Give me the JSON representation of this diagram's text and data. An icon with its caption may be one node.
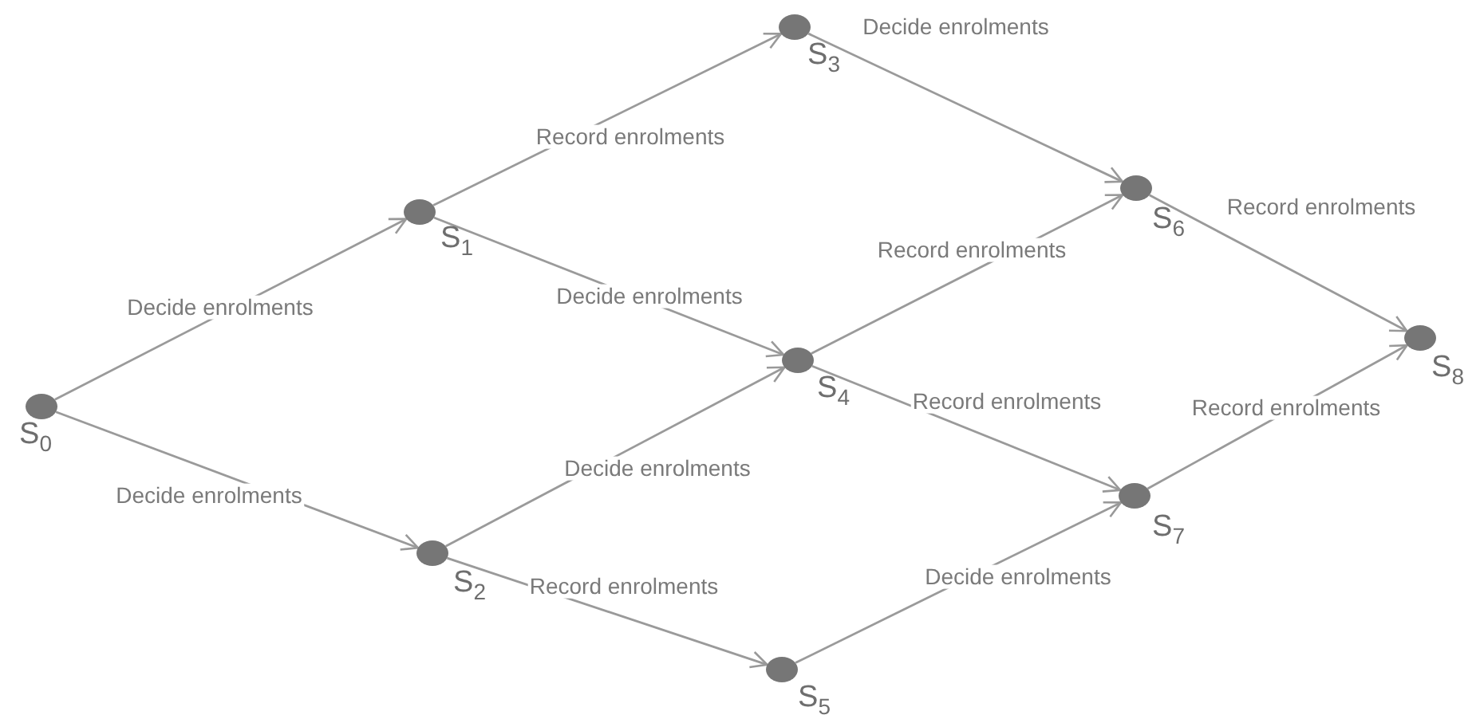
{
  "diagram": {
    "nodes": [
      {
        "text": [],
        "shape": "circle",
        "beside": [
          "S$_{0}$"
        ]
      },
      {
        "text": [],
        "shape": "circle",
        "beside": [
          "S$_{1}$"
        ]
      },
      {
        "text": [],
        "shape": "circle",
        "beside": [
          "S$_{2}$"
        ]
      },
      {
        "text": [],
        "shape": "circle",
        "beside": [
          "S$_{3}$"
        ]
      },
      {
        "text": [],
        "shape": "circle",
        "beside": [
          "S$_{4}$"
        ]
      },
      {
        "text": [],
        "shape": "circle",
        "beside": [
          "S$_{5}$"
        ]
      },
      {
        "text": [],
        "shape": "circle",
        "beside": [
          "S$_{6}$"
        ]
      },
      {
        "text": [],
        "shape": "circle",
        "beside": [
          "S$_{7}$"
        ]
      },
      {
        "text": [],
        "shape": "circle",
        "beside": [
          "S$_{8}$"
        ]
      }
    ],
    "edges": [
      {
        "from": 0,
        "to": 1,
        "arrow": "to",
        "label": "Decide enrolments"
      },
      {
        "from": 0,
        "to": 2,
        "arrow": "to",
        "label": "Decide enrolments"
      },
      {
        "from": 1,
        "to": 3,
        "arrow": "to",
        "label": "Record enrolments"
      },
      {
        "from": 1,
        "to": 4,
        "arrow": "to",
        "label": "Decide enrolments"
      },
      {
        "from": 2,
        "to": 4,
        "arrow": "to",
        "label": "Decide enrolments"
      },
      {
        "from": 2,
        "to": 5,
        "arrow": "to",
        "label": "Record enrolments"
      },
      {
        "from": 3,
        "to": 6,
        "arrow": "to",
        "label": "Decide enrolments"
      },
      {
        "from": 4,
        "to": 6,
        "arrow": "to",
        "label": "Record enrolments"
      },
      {
        "from": 4,
        "to": 7,
        "arrow": "to",
        "label": "Record enrolments"
      },
      {
        "from": 5,
        "to": 7,
        "arrow": "to",
        "label": "Decide enrolments"
      },
      {
        "from": 6,
        "to": 8,
        "arrow": "to",
        "label": "Record enrolments"
      },
      {
        "from": 7,
        "to": 8,
        "arrow": "to",
        "label": "Record enrolments"
      }
    ]
  }
}
